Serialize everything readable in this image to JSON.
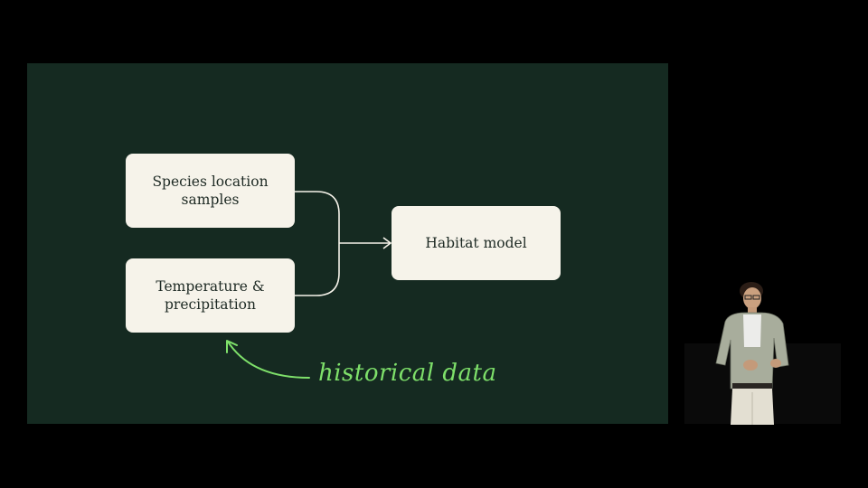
{
  "slide": {
    "boxes": {
      "species": {
        "line1": "Species location",
        "line2": "samples"
      },
      "temperature": {
        "line1": "Temperature &",
        "line2": "precipitation"
      },
      "habitat": {
        "label": "Habitat model"
      }
    },
    "annotation": "historical data"
  },
  "colors": {
    "slide_background": "#152a21",
    "box_fill": "#f6f3ea",
    "connector": "#f6f3ea",
    "annotation": "#7ee06a"
  }
}
